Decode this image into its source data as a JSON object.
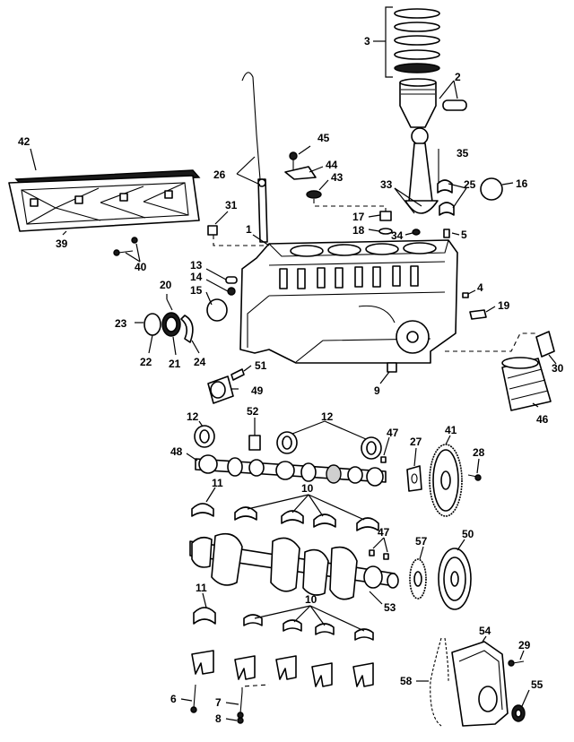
{
  "callouts": [
    {
      "id": "c1",
      "text": "1"
    },
    {
      "id": "c2",
      "text": "2"
    },
    {
      "id": "c3",
      "text": "3"
    },
    {
      "id": "c4",
      "text": "4"
    },
    {
      "id": "c5",
      "text": "5"
    },
    {
      "id": "c6",
      "text": "6"
    },
    {
      "id": "c7",
      "text": "7"
    },
    {
      "id": "c8",
      "text": "8"
    },
    {
      "id": "c9",
      "text": "9"
    },
    {
      "id": "c10a",
      "text": "10"
    },
    {
      "id": "c10b",
      "text": "10"
    },
    {
      "id": "c11a",
      "text": "11"
    },
    {
      "id": "c11b",
      "text": "11"
    },
    {
      "id": "c12a",
      "text": "12"
    },
    {
      "id": "c12b",
      "text": "12"
    },
    {
      "id": "c13",
      "text": "13"
    },
    {
      "id": "c14",
      "text": "14"
    },
    {
      "id": "c15",
      "text": "15"
    },
    {
      "id": "c16",
      "text": "16"
    },
    {
      "id": "c17",
      "text": "17"
    },
    {
      "id": "c18",
      "text": "18"
    },
    {
      "id": "c19",
      "text": "19"
    },
    {
      "id": "c20",
      "text": "20"
    },
    {
      "id": "c21",
      "text": "21"
    },
    {
      "id": "c22",
      "text": "22"
    },
    {
      "id": "c23",
      "text": "23"
    },
    {
      "id": "c24",
      "text": "24"
    },
    {
      "id": "c25",
      "text": "25"
    },
    {
      "id": "c26",
      "text": "26"
    },
    {
      "id": "c27",
      "text": "27"
    },
    {
      "id": "c28",
      "text": "28"
    },
    {
      "id": "c29",
      "text": "29"
    },
    {
      "id": "c30",
      "text": "30"
    },
    {
      "id": "c31",
      "text": "31"
    },
    {
      "id": "c33",
      "text": "33"
    },
    {
      "id": "c34",
      "text": "34"
    },
    {
      "id": "c35",
      "text": "35"
    },
    {
      "id": "c39",
      "text": "39"
    },
    {
      "id": "c40",
      "text": "40"
    },
    {
      "id": "c41",
      "text": "41"
    },
    {
      "id": "c42",
      "text": "42"
    },
    {
      "id": "c43",
      "text": "43"
    },
    {
      "id": "c44",
      "text": "44"
    },
    {
      "id": "c45",
      "text": "45"
    },
    {
      "id": "c46",
      "text": "46"
    },
    {
      "id": "c47a",
      "text": "47"
    },
    {
      "id": "c47b",
      "text": "47"
    },
    {
      "id": "c48",
      "text": "48"
    },
    {
      "id": "c49",
      "text": "49"
    },
    {
      "id": "c50",
      "text": "50"
    },
    {
      "id": "c51",
      "text": "51"
    },
    {
      "id": "c52",
      "text": "52"
    },
    {
      "id": "c53",
      "text": "53"
    },
    {
      "id": "c54",
      "text": "54"
    },
    {
      "id": "c55",
      "text": "55"
    },
    {
      "id": "c57",
      "text": "57"
    },
    {
      "id": "c58",
      "text": "58"
    }
  ]
}
